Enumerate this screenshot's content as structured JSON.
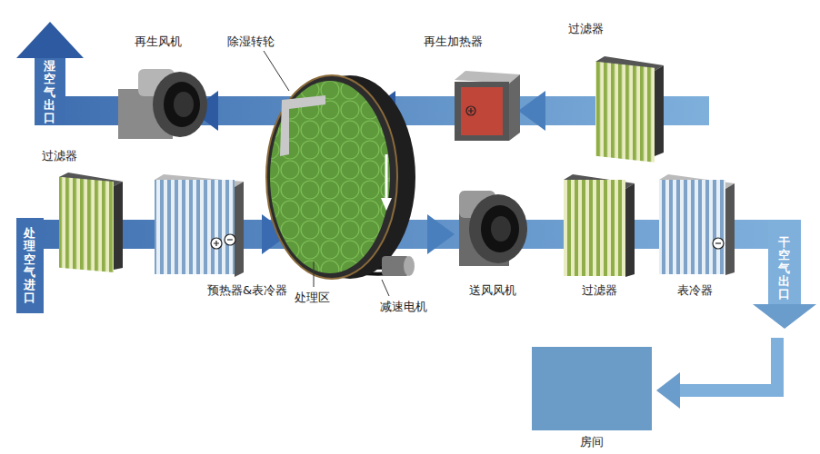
{
  "diagram": {
    "nodes": [
      {
        "text": [
          "房间"
        ]
      }
    ],
    "labels": [
      "再生风机",
      "除湿转轮",
      "再生加热器",
      "过滤器",
      "湿空气出口",
      "过滤器",
      "处理空气进口",
      "预热器&表冷器",
      "处理区",
      "减速电机",
      "送风风机",
      "过滤器",
      "表冷器",
      "干空气出口"
    ]
  }
}
